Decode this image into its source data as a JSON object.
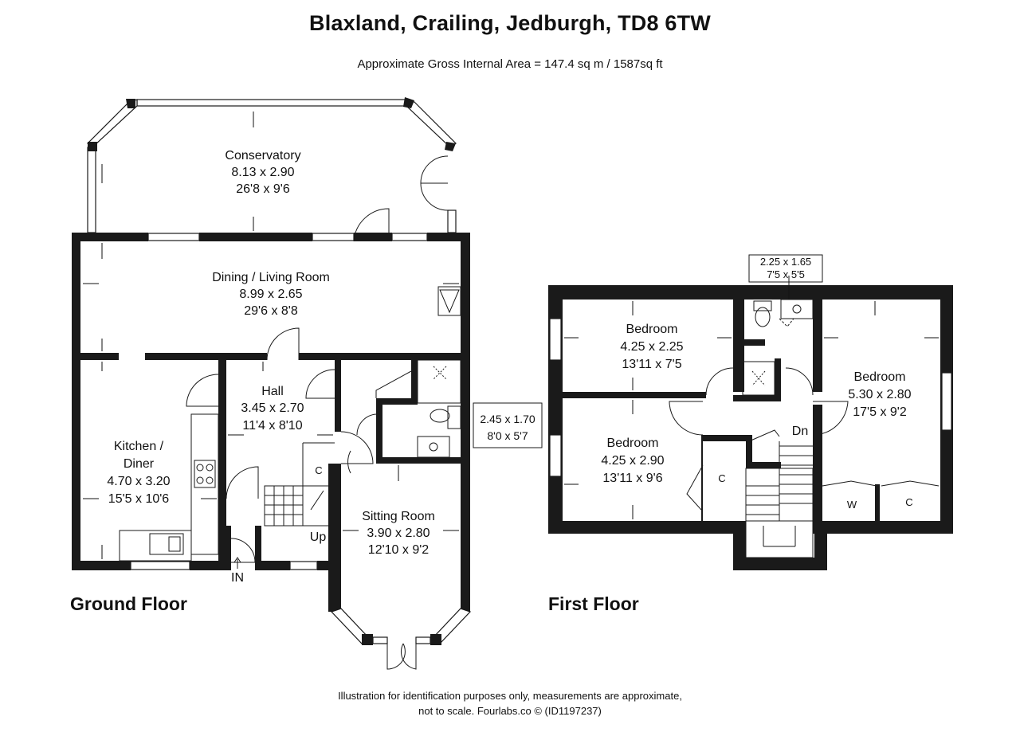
{
  "header": {
    "title": "Blaxland, Crailing, Jedburgh, TD8 6TW",
    "subtitle": "Approximate Gross Internal Area = 147.4 sq m / 1587sq ft"
  },
  "floors": {
    "ground": "Ground Floor",
    "first": "First Floor"
  },
  "ground_rooms": {
    "conservatory": {
      "name": "Conservatory",
      "metric": "8.13 x 2.90",
      "imperial": "26'8 x 9'6"
    },
    "dining": {
      "name": "Dining  / Living Room",
      "metric": "8.99 x 2.65",
      "imperial": "29'6 x 8'8"
    },
    "hall": {
      "name": "Hall",
      "metric": "3.45 x 2.70",
      "imperial": "11'4 x 8'10"
    },
    "kitchen": {
      "name1": "Kitchen /",
      "name2": "Diner",
      "metric": "4.70 x 3.20",
      "imperial": "15'5 x 10'6"
    },
    "sitting": {
      "name": "Sitting Room",
      "metric": "3.90 x 2.80",
      "imperial": "12'10 x 9'2"
    },
    "shower": {
      "metric": "2.45 x 1.70",
      "imperial": "8'0 x 5'7"
    },
    "cupboard": "C",
    "up": "Up",
    "entrance": "IN"
  },
  "first_rooms": {
    "bedroom1": {
      "name": "Bedroom",
      "metric": "4.25 x 2.25",
      "imperial": "13'11 x 7'5"
    },
    "bedroom2": {
      "name": "Bedroom",
      "metric": "4.25 x 2.90",
      "imperial": "13'11 x 9'6"
    },
    "bedroom3": {
      "name": "Bedroom",
      "metric": "5.30 x 2.80",
      "imperial": "17'5 x 9'2"
    },
    "bathroom": {
      "metric": "2.25 x 1.65",
      "imperial": "7'5 x 5'5"
    },
    "cupboard": "C",
    "wardrobe_w": "W",
    "wardrobe_c": "C",
    "down": "Dn"
  },
  "footer": {
    "line1": "Illustration for identification purposes only, measurements are approximate,",
    "line2": "not to scale. Fourlabs.co © (ID1197237)"
  }
}
